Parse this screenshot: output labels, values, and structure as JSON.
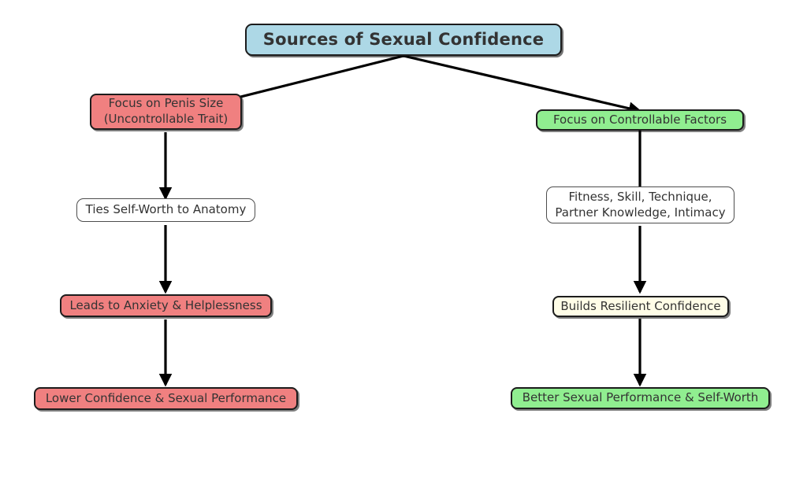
{
  "diagram": {
    "type": "flowchart",
    "orientation": "top-down",
    "background_color": "#ffffff",
    "title_node": {
      "id": "root",
      "label": "Sources of Sexual Confidence",
      "fill_color": "#add8e6",
      "border_color": "#1c1c1c",
      "text_color": "#333333"
    },
    "branches": {
      "left": {
        "name": "uncontrollable-path",
        "nodes": [
          {
            "id": "left-1",
            "label": "Focus on Penis Size\n(Uncontrollable Trait)",
            "fill_color": "#f08080",
            "style": "red"
          },
          {
            "id": "left-2",
            "label": "Ties Self-Worth to Anatomy",
            "fill_color": "#ffffff",
            "style": "plain"
          },
          {
            "id": "left-3",
            "label": "Leads to Anxiety & Helplessness",
            "fill_color": "#f08080",
            "style": "red"
          },
          {
            "id": "left-4",
            "label": "Lower Confidence & Sexual Performance",
            "fill_color": "#f08080",
            "style": "red"
          }
        ]
      },
      "right": {
        "name": "controllable-path",
        "nodes": [
          {
            "id": "right-1",
            "label": "Focus on Controllable Factors",
            "fill_color": "#90ee90",
            "style": "green"
          },
          {
            "id": "right-2",
            "label": "Fitness, Skill, Technique,\nPartner Knowledge, Intimacy",
            "fill_color": "#ffffff",
            "style": "plain"
          },
          {
            "id": "right-3",
            "label": "Builds Resilient Confidence",
            "fill_color": "#fffde7",
            "style": "cream"
          },
          {
            "id": "right-4",
            "label": "Better Sexual Performance & Self-Worth",
            "fill_color": "#90ee90",
            "style": "green"
          }
        ]
      }
    },
    "edges": [
      {
        "from": "root",
        "to": "left-1",
        "kind": "diagonal-arrow"
      },
      {
        "from": "root",
        "to": "right-1",
        "kind": "diagonal-arrow"
      },
      {
        "from": "left-1",
        "to": "left-2",
        "kind": "vertical-arrow"
      },
      {
        "from": "left-2",
        "to": "left-3",
        "kind": "vertical-arrow"
      },
      {
        "from": "left-3",
        "to": "left-4",
        "kind": "vertical-arrow"
      },
      {
        "from": "right-1",
        "to": "right-2",
        "kind": "vertical-arrow"
      },
      {
        "from": "right-2",
        "to": "right-3",
        "kind": "vertical-arrow"
      },
      {
        "from": "right-3",
        "to": "right-4",
        "kind": "vertical-arrow"
      }
    ],
    "edge_color": "#000000"
  }
}
